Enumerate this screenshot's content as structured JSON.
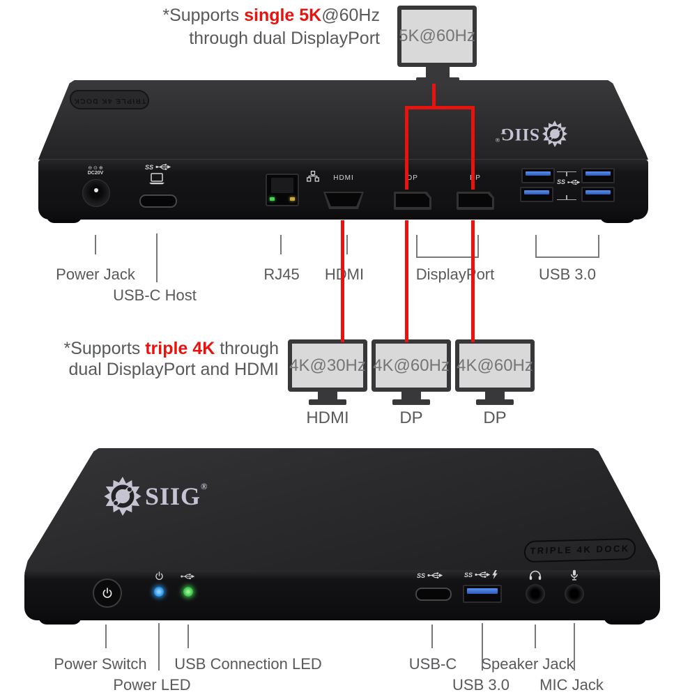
{
  "colors": {
    "accent_red": "#e8130f",
    "label_gray": "#58595b",
    "dock_black": "#1b1b1d",
    "screen_gray": "#d9d9d9",
    "usb_blue": "#3d6fd0",
    "led_blue": "#2e9bf0",
    "led_green": "#3ecb4e"
  },
  "top": {
    "text": {
      "pre": "*Supports ",
      "em": "single 5K",
      "post": "@60Hz",
      "line2": "through dual DisplayPort"
    },
    "monitor": {
      "label": "5K@60Hz"
    }
  },
  "rear": {
    "top_badge": "TRIPLE 4K DOCK",
    "brand": "SIIG",
    "brand_reg": "®",
    "ports": {
      "dc_symbols": "⊖ ⊙ ⊕",
      "dc_label": "DC20V",
      "ss": "SS",
      "hdmi": "HDMI",
      "dp": "DP"
    },
    "callouts": {
      "power_jack": "Power Jack",
      "usbc_host": "USB-C Host",
      "rj45": "RJ45",
      "hdmi": "HDMI",
      "displayport": "DisplayPort",
      "usb30": "USB 3.0"
    }
  },
  "mid": {
    "text": {
      "pre": "*Supports ",
      "em": "triple 4K",
      "post": " through",
      "line2": "dual DisplayPort and HDMI"
    },
    "monitors": [
      {
        "screen": "4K@30Hz",
        "port": "HDMI"
      },
      {
        "screen": "4K@60Hz",
        "port": "DP"
      },
      {
        "screen": "4K@60Hz",
        "port": "DP"
      }
    ]
  },
  "front": {
    "brand": "SIIG",
    "brand_reg": "®",
    "badge": "TRIPLE 4K DOCK",
    "ports": {
      "ss": "SS"
    },
    "callouts": {
      "power_switch": "Power Switch",
      "power_led": "Power LED",
      "usb_conn_led": "USB Connection LED",
      "usbc": "USB-C",
      "usb30": "USB 3.0",
      "speaker": "Speaker Jack",
      "mic": "MIC Jack"
    }
  }
}
